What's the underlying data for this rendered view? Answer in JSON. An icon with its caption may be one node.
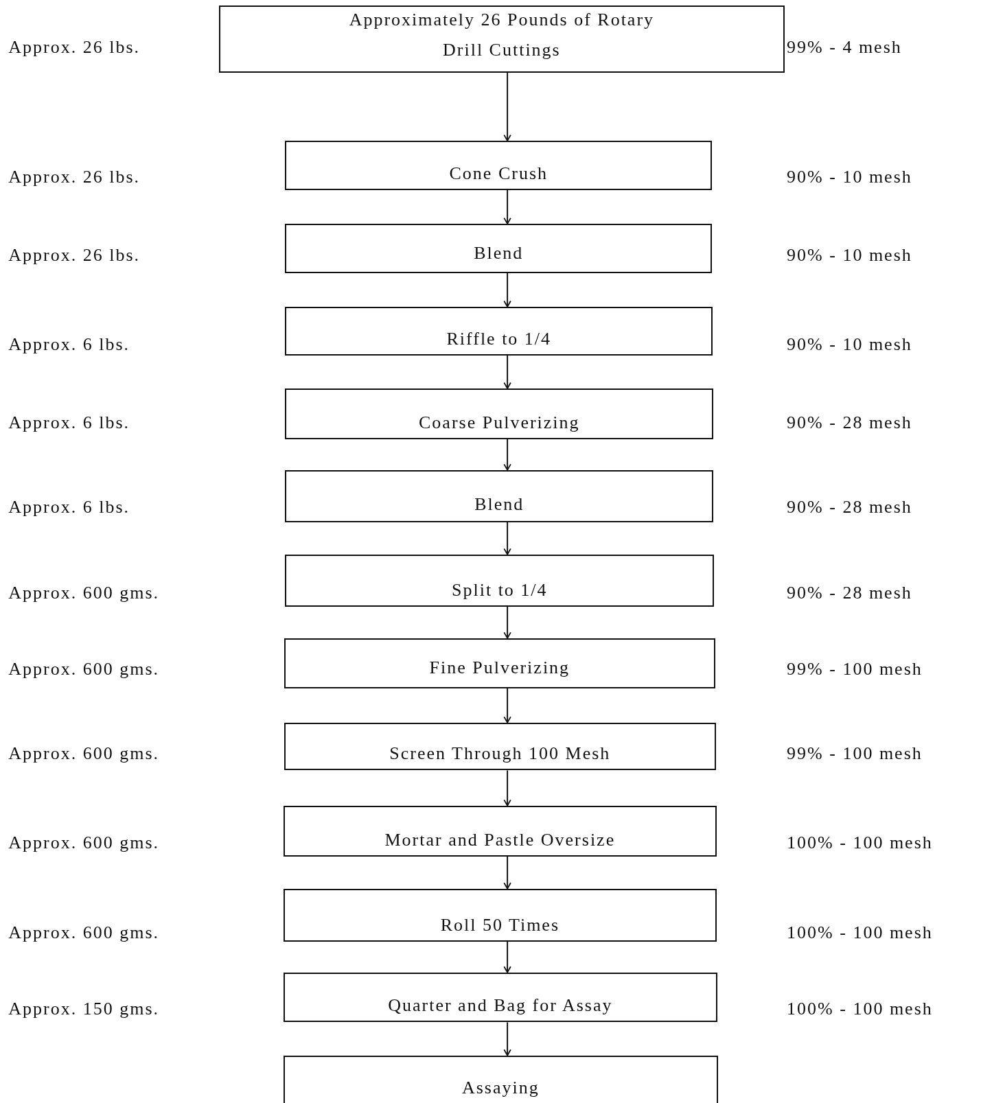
{
  "diagram": {
    "nodes": [
      {
        "text": [
          "Approximately 26 Pounds of Rotary Drill Cuttings"
        ]
      },
      {
        "text": [
          "Cone Crush"
        ]
      },
      {
        "text": [
          "Blend"
        ]
      },
      {
        "text": [
          "Riffle to 1/4"
        ]
      },
      {
        "text": [
          "Coarse Pulverizing"
        ]
      },
      {
        "text": [
          "Blend"
        ]
      },
      {
        "text": [
          "Split to 1/4"
        ]
      },
      {
        "text": [
          "Fine Pulverizing"
        ]
      },
      {
        "text": [
          "Screen Through 100 Mesh"
        ]
      },
      {
        "text": [
          "Mortar and Pastle Oversize"
        ]
      },
      {
        "text": [
          "Roll 50 Times"
        ]
      },
      {
        "text": [
          "Quarter and Bag for Assay"
        ]
      },
      {
        "text": [
          "Assaying"
        ]
      }
    ],
    "edges": [
      {
        "from": 0,
        "to": 1,
        "arrow": "to"
      },
      {
        "from": 1,
        "to": 2,
        "arrow": "to"
      },
      {
        "from": 2,
        "to": 3,
        "arrow": "to"
      },
      {
        "from": 3,
        "to": 4,
        "arrow": "to"
      },
      {
        "from": 4,
        "to": 5,
        "arrow": "to"
      },
      {
        "from": 5,
        "to": 6,
        "arrow": "to"
      },
      {
        "from": 6,
        "to": 7,
        "arrow": "to"
      },
      {
        "from": 7,
        "to": 8,
        "arrow": "to"
      },
      {
        "from": 8,
        "to": 9,
        "arrow": "to"
      },
      {
        "from": 9,
        "to": 10,
        "arrow": "to"
      },
      {
        "from": 10,
        "to": 11,
        "arrow": "to"
      },
      {
        "from": 11,
        "to": 12,
        "arrow": "to"
      }
    ],
    "labels": [
      "Approx. 26 lbs.",
      "99% - 4 mesh",
      "Approx. 26 lbs.",
      "90% - 10 mesh",
      "Approx. 26 lbs.",
      "90% - 10 mesh",
      "Approx. 6 lbs.",
      "90% - 10 mesh",
      "Approx. 6 lbs.",
      "90% - 28 mesh",
      "Approx. 6 lbs.",
      "90% - 28 mesh",
      "Approx. 600 gms.",
      "90% - 28 mesh",
      "Approx. 600 gms.",
      "99% - 100 mesh",
      "Approx. 600 gms.",
      "99% - 100 mesh",
      "Approx. 600 gms.",
      "100% - 100 mesh",
      "Approx. 600 gms.",
      "100% - 100 mesh",
      "Approx. 150 gms.",
      "100% - 100 mesh"
    ]
  }
}
